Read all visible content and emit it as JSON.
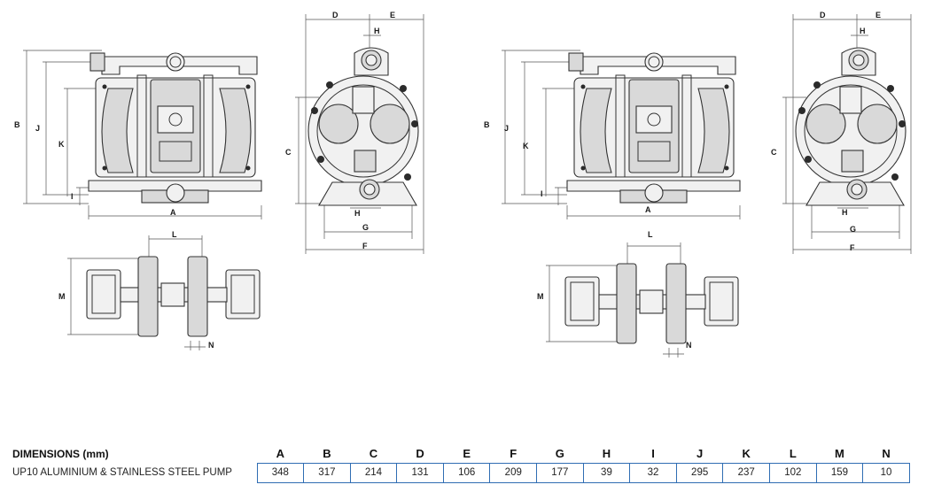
{
  "drawing_labels": {
    "A": "A",
    "B": "B",
    "C": "C",
    "D": "D",
    "E": "E",
    "F": "F",
    "G": "G",
    "H": "H",
    "I": "I",
    "J": "J",
    "K": "K",
    "L": "L",
    "M": "M",
    "N": "N"
  },
  "table": {
    "title": "DIMENSIONS (mm)",
    "columns": [
      "A",
      "B",
      "C",
      "D",
      "E",
      "F",
      "G",
      "H",
      "I",
      "J",
      "K",
      "L",
      "M",
      "N"
    ],
    "rows": [
      {
        "label": "UP10 ALUMINIUM & STAINLESS STEEL PUMP",
        "values": [
          "348",
          "317",
          "214",
          "131",
          "106",
          "209",
          "177",
          "39",
          "32",
          "295",
          "237",
          "102",
          "159",
          "10"
        ]
      }
    ]
  }
}
